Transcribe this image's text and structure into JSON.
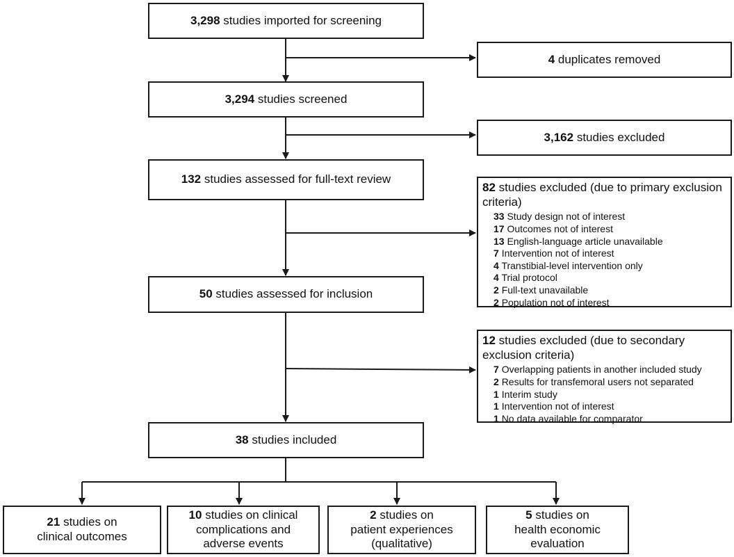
{
  "import": {
    "count": "3,298",
    "text": "studies imported for screening"
  },
  "duplicates": {
    "count": "4",
    "text": "duplicates removed"
  },
  "screened": {
    "count": "3,294",
    "text": "studies screened"
  },
  "excluded_screen": {
    "count": "3,162",
    "text": "studies excluded"
  },
  "fulltext": {
    "count": "132",
    "text": "studies assessed for full-text review"
  },
  "primary_excl": {
    "count": "82",
    "text": "studies excluded (due to primary exclusion criteria)",
    "items": [
      {
        "n": "33",
        "label": "Study design not of interest"
      },
      {
        "n": "17",
        "label": "Outcomes not of interest"
      },
      {
        "n": "13",
        "label": "English-language article unavailable"
      },
      {
        "n": "7",
        "label": "Intervention not of interest"
      },
      {
        "n": "4",
        "label": "Transtibial-level intervention only"
      },
      {
        "n": "4",
        "label": "Trial protocol"
      },
      {
        "n": "2",
        "label": "Full-text unavailable"
      },
      {
        "n": "2",
        "label": "Population not of interest"
      }
    ]
  },
  "inclusion": {
    "count": "50",
    "text": "studies assessed for inclusion"
  },
  "secondary_excl": {
    "count": "12",
    "text": "studies excluded (due to secondary exclusion criteria)",
    "items": [
      {
        "n": "7",
        "label": "Overlapping patients in another included study"
      },
      {
        "n": "2",
        "label": "Results for transfemoral users not separated"
      },
      {
        "n": "1",
        "label": "Interim study"
      },
      {
        "n": "1",
        "label": "Intervention not of interest"
      },
      {
        "n": "1",
        "label": "No data available for comparator"
      }
    ]
  },
  "included": {
    "count": "38",
    "text": "studies included"
  },
  "outcomes": [
    {
      "count": "21",
      "line1": "studies on",
      "line2": "clinical outcomes",
      "line3": ""
    },
    {
      "count": "10",
      "line1": "studies on clinical",
      "line2": "complications and",
      "line3": "adverse events"
    },
    {
      "count": "2",
      "line1": "studies on",
      "line2": "patient experiences",
      "line3": "(qualitative)"
    },
    {
      "count": "5",
      "line1": "studies on",
      "line2": "health economic",
      "line3": "evaluation"
    }
  ]
}
